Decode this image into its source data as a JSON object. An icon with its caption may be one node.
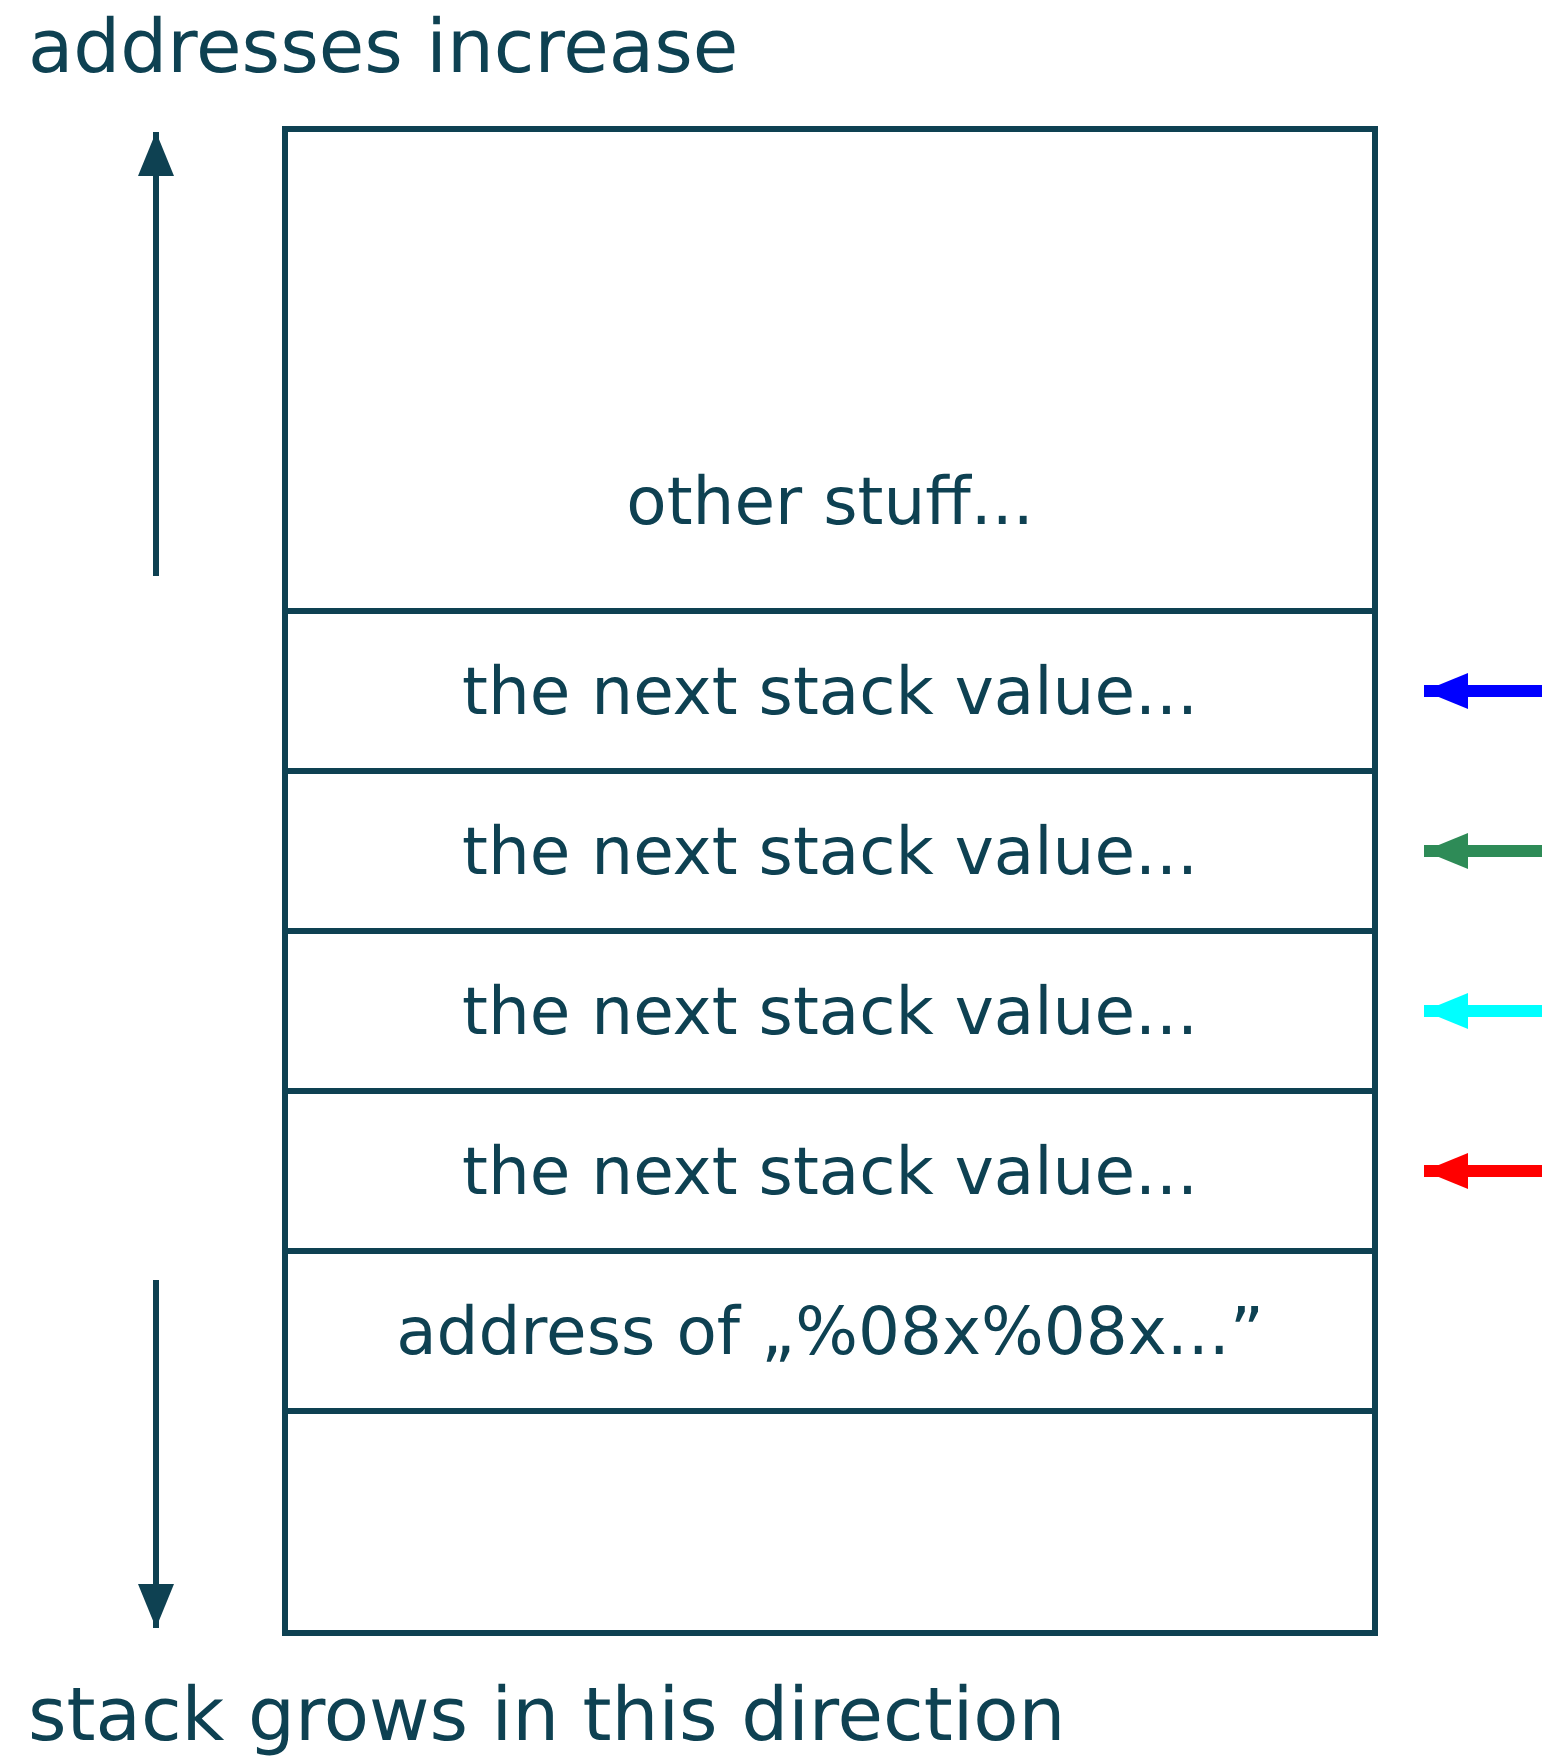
{
  "diagram": {
    "nodes": [
      {
        "text": [
          "other stuff..."
        ]
      },
      {
        "text": [
          "the next stack value..."
        ]
      },
      {
        "text": [
          "the next stack value..."
        ]
      },
      {
        "text": [
          "the next stack value..."
        ]
      },
      {
        "text": [
          "the next stack value..."
        ]
      },
      {
        "text": [
          "address of „%08x%08x...”"
        ]
      },
      {
        "text": [],
        "shape": "box"
      }
    ],
    "edges": [
      {
        "from": null,
        "to": 1,
        "arrow": "to",
        "color": "#0000ff"
      },
      {
        "from": null,
        "to": 2,
        "arrow": "to",
        "color": "#2e8b57"
      },
      {
        "from": null,
        "to": 3,
        "arrow": "to",
        "color": "#00ffff"
      },
      {
        "from": null,
        "to": 4,
        "arrow": "to",
        "color": "#ff0000"
      }
    ],
    "labels": [
      "addresses increase",
      "stack grows in this direction"
    ]
  }
}
